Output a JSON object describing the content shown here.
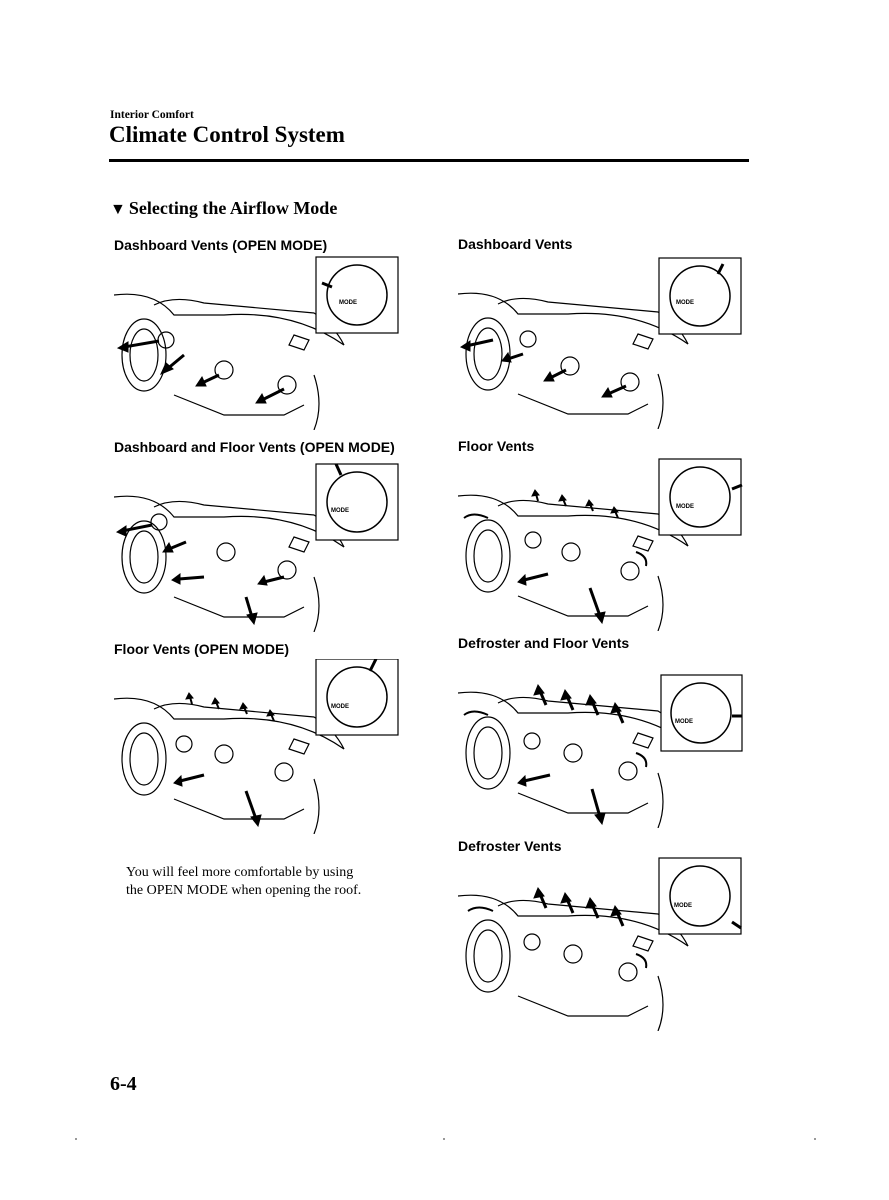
{
  "header": {
    "section": "Interior Comfort",
    "title": "Climate Control System"
  },
  "subheading": {
    "marker": "▼",
    "text": "Selecting the Airflow Mode"
  },
  "figures": [
    {
      "label": "Dashboard Vents (OPEN MODE)",
      "knob_text": "MODE",
      "airflow": [
        "face",
        "side"
      ]
    },
    {
      "label": "Dashboard Vents",
      "knob_text": "MODE",
      "airflow": [
        "face"
      ]
    },
    {
      "label": "Dashboard and Floor Vents (OPEN MODE)",
      "knob_text": "MODE",
      "airflow": [
        "face",
        "side",
        "floor"
      ]
    },
    {
      "label": "Floor Vents",
      "knob_text": "MODE",
      "airflow": [
        "floor",
        "defrost-light"
      ]
    },
    {
      "label": "Floor Vents (OPEN MODE)",
      "knob_text": "MODE",
      "airflow": [
        "floor",
        "defrost-light"
      ]
    },
    {
      "label": "Defroster and Floor Vents",
      "knob_text": "MODE",
      "airflow": [
        "floor",
        "defrost"
      ]
    },
    {
      "label": "Defroster Vents",
      "knob_text": "MODE",
      "airflow": [
        "defrost"
      ]
    }
  ],
  "note": {
    "line1": "You will feel more comfortable by using",
    "line2": "the OPEN MODE when opening the roof."
  },
  "page_number": "6-4"
}
